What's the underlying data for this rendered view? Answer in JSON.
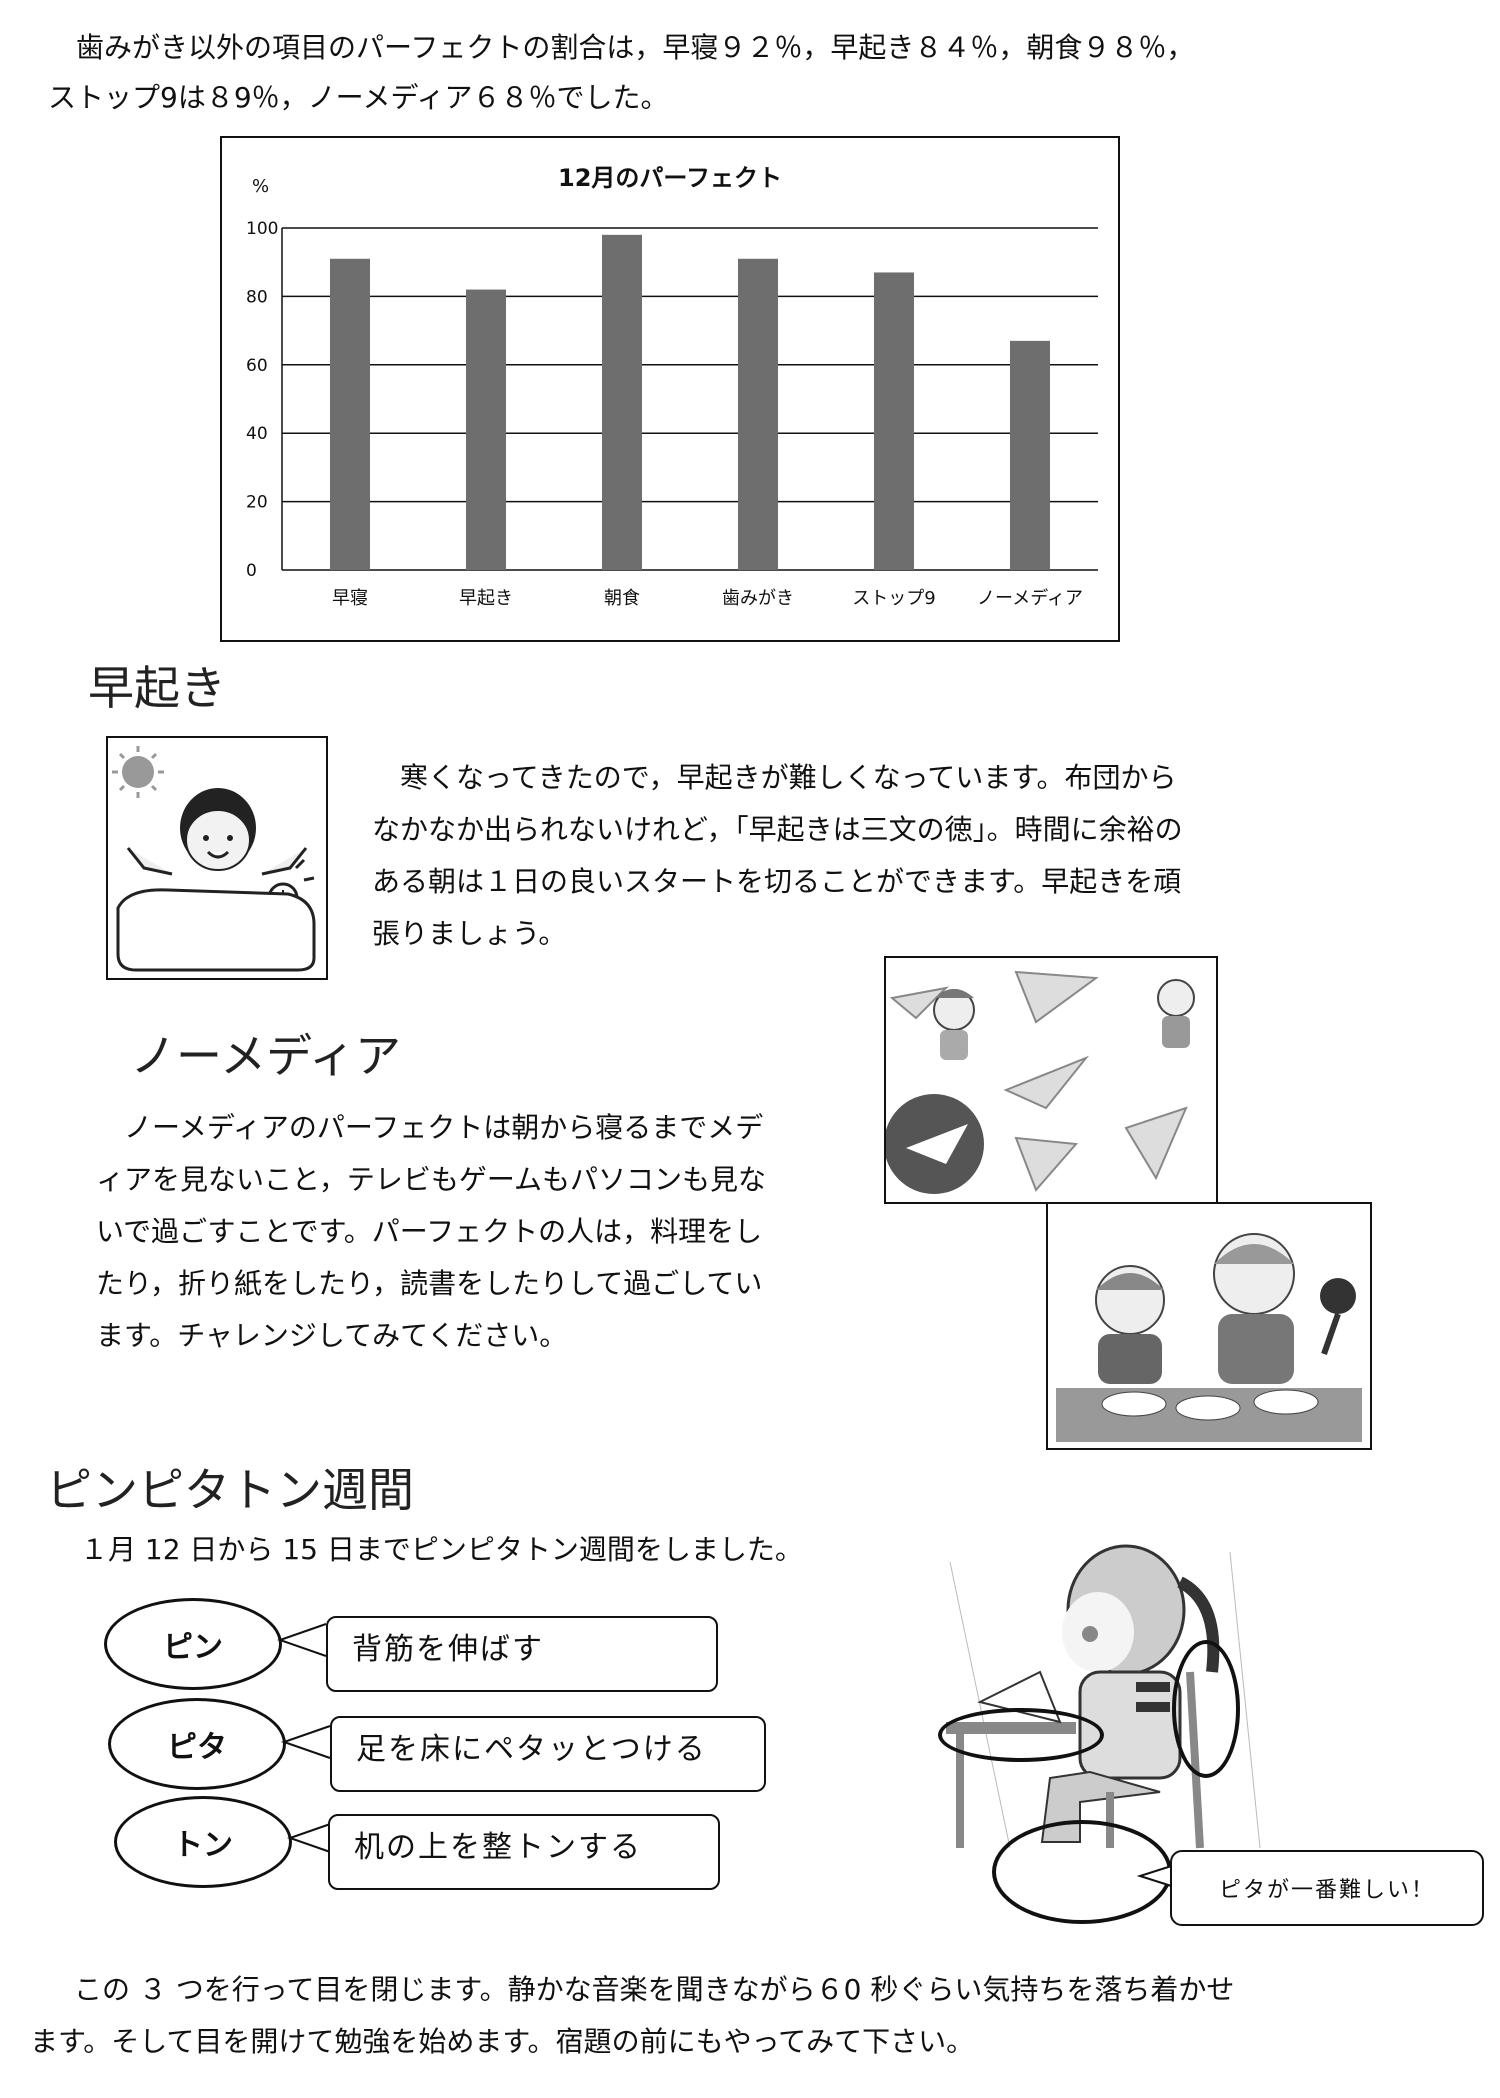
{
  "intro": {
    "line1": "歯みがき以外の項目のパーフェクトの割合は，早寝９２％，早起き８４％，朝食９８％，",
    "line2": "ストップ9は８9％，ノーメディア６８％でした。"
  },
  "chart_data": {
    "type": "bar",
    "title": "12月のパーフェクト",
    "ylabel": "%",
    "xlabel": "",
    "categories": [
      "早寝",
      "早起き",
      "朝食",
      "歯みがき",
      "ストップ9",
      "ノーメディア"
    ],
    "values": [
      91,
      82,
      98,
      91,
      87,
      67
    ],
    "ylim": [
      0,
      100
    ],
    "yticks": [
      0,
      20,
      40,
      60,
      80,
      100
    ],
    "grid": true,
    "bar_color": "#6e6e6e"
  },
  "hayaoki": {
    "heading": "早起き",
    "lines": [
      "　寒くなってきたので，早起きが難しくなっています。布団から",
      "なかなか出られないけれど，「早起きは三文の徳」。時間に余裕の",
      "ある朝は１日の良いスタートを切ることができます。早起きを頑",
      "張りましょう。"
    ]
  },
  "nomedia": {
    "heading": "ノーメディア",
    "lines": [
      "　ノーメディアのパーフェクトは朝から寝るまでメデ",
      "ィアを見ないこと，テレビもゲームもパソコンも見な",
      "いで過ごすことです。パーフェクトの人は，料理をし",
      "たり，折り紙をしたり，読書をしたりして過ごしてい",
      "ます。チャレンジしてみてください。"
    ]
  },
  "pinpita": {
    "heading": "ピンピタトン週間",
    "intro": "１月 12 日から 15 日までピンピタトン週間をしました。",
    "items": [
      {
        "tag": "ピン",
        "text": "背筋を伸ばす"
      },
      {
        "tag": "ピタ",
        "text": "足を床にペタッとつける"
      },
      {
        "tag": "トン",
        "text": "机の上を整トンする"
      }
    ],
    "note": "ピタが一番難しい！"
  },
  "closing": {
    "line1": "　この ３ つを行って目を閉じます。静かな音楽を聞きながら６0 秒ぐらい気持ちを落ち着かせ",
    "line2": "ます。そして目を開けて勉強を始めます。宿題の前にもやってみて下さい。"
  }
}
